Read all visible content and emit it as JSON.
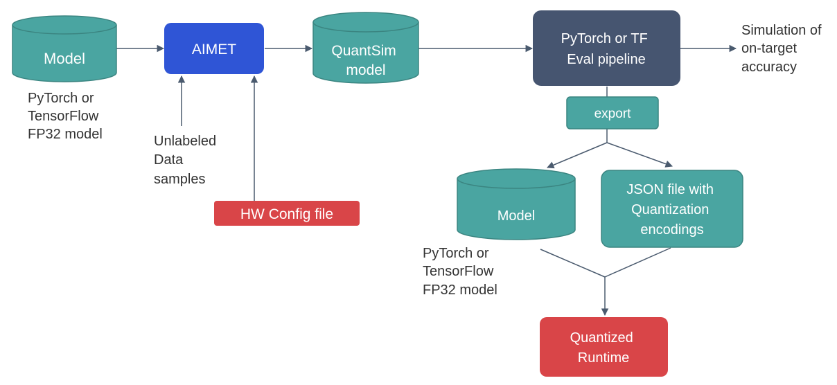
{
  "nodes": {
    "model_in": {
      "label": "Model",
      "caption": [
        "PyTorch or",
        "TensorFlow",
        "FP32 model"
      ]
    },
    "aimet": {
      "label": "AIMET"
    },
    "quantsim": {
      "label": [
        "QuantSim",
        "model"
      ]
    },
    "eval": {
      "label": [
        "PyTorch or TF",
        "Eval pipeline"
      ]
    },
    "simulation": {
      "label": [
        "Simulation of",
        "on-target",
        "accuracy"
      ]
    },
    "unlabeled": {
      "label": [
        "Unlabeled",
        "Data",
        "samples"
      ]
    },
    "hw_config": {
      "label": "HW Config file"
    },
    "export": {
      "label": "export"
    },
    "model_out": {
      "label": "Model",
      "caption": [
        "PyTorch or",
        "TensorFlow",
        "FP32 model"
      ]
    },
    "json_file": {
      "label": [
        "JSON file with",
        "Quantization",
        "encodings"
      ]
    },
    "runtime": {
      "label": [
        "Quantized",
        "Runtime"
      ]
    }
  },
  "colors": {
    "teal": "#4aa5a1",
    "teal_stroke": "#3b8581",
    "blue": "#2f55d6",
    "slate": "#465570",
    "red": "#d94548",
    "arrow": "#4a5a6e",
    "text_dark": "#333333",
    "text_light": "#ffffff"
  }
}
